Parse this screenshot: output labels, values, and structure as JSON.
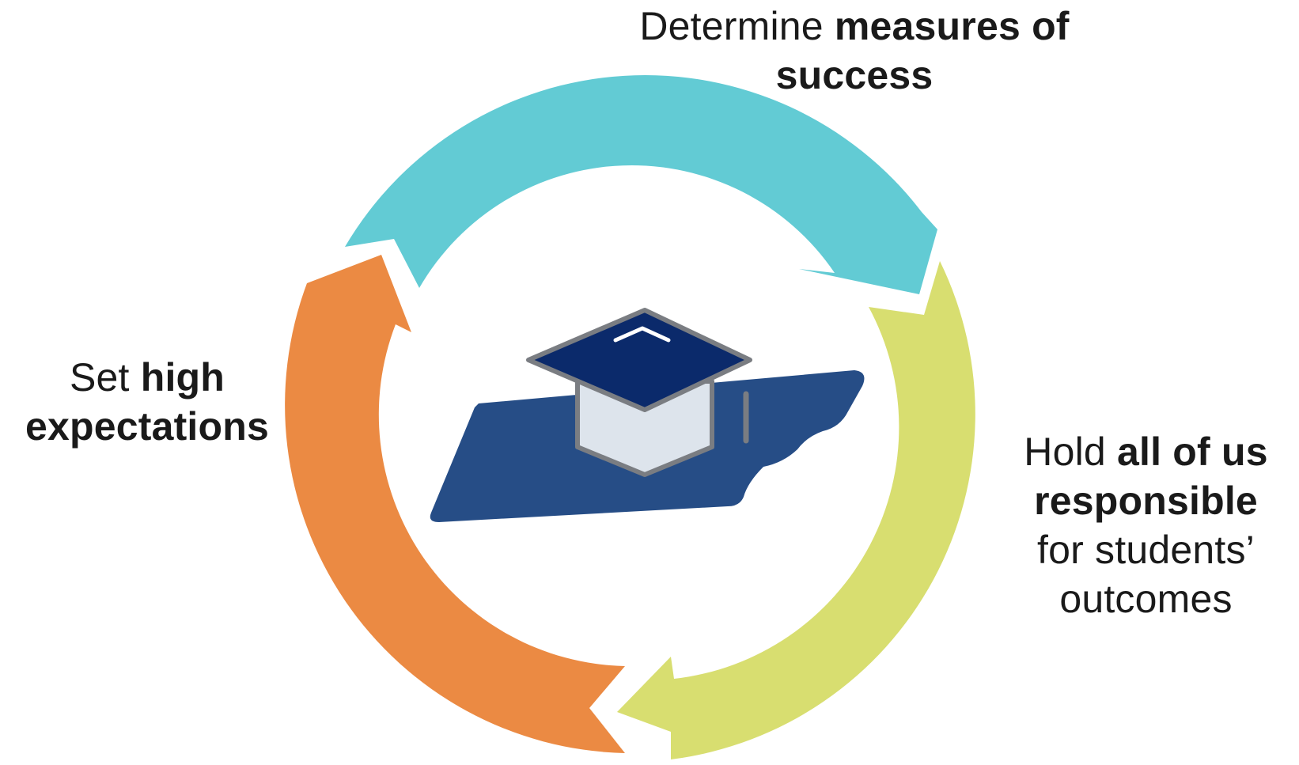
{
  "steps": [
    {
      "id": "measures",
      "lines": [
        {
          "plain": "Determine ",
          "bold": "measures of"
        },
        {
          "plain": "",
          "bold": "success"
        }
      ],
      "color": "#62CBD4"
    },
    {
      "id": "responsible",
      "lines": [
        {
          "plain": "Hold ",
          "bold": "all of us"
        },
        {
          "plain": "",
          "bold": "responsible"
        },
        {
          "plain": "for students’",
          "bold": ""
        },
        {
          "plain": "outcomes",
          "bold": ""
        }
      ],
      "color": "#D8DE70"
    },
    {
      "id": "expectations",
      "lines": [
        {
          "plain": "Set ",
          "bold": "high"
        },
        {
          "plain": "",
          "bold": "expectations"
        }
      ],
      "color": "#EB8A43"
    }
  ],
  "center": {
    "state_shape": "tennessee-state-shape",
    "icon": "graduation-cap-icon",
    "state_color": "#264D86",
    "cap_top_color": "#0B2A6B",
    "cap_body_color": "#DDE4EC",
    "outline_color": "#7A7D82"
  }
}
